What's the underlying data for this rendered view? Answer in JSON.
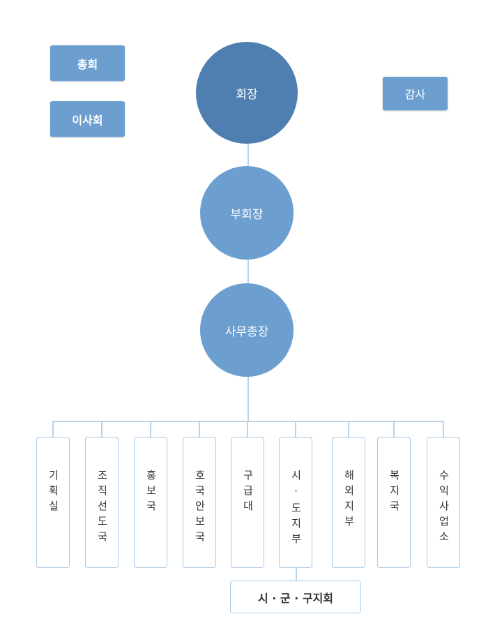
{
  "side_boxes": {
    "general_assembly": "총회",
    "board": "이사회",
    "audit": "감사"
  },
  "chain": {
    "president": "회장",
    "vice_president": "부회장",
    "secretary_general": "사무총장"
  },
  "departments": [
    "기획실",
    "조직선도국",
    "홍보국",
    "호국안보국",
    "구급대",
    "시·도지부",
    "해외지부",
    "복지국",
    "수익사업소"
  ],
  "branch": "시 · 군 · 구지회",
  "colors": {
    "president": "#4e7fb0",
    "circle": "#6c9fd0",
    "box": "#6c9fd0",
    "connector": "#b9d2ea",
    "dept_border": "#a7c8e8"
  }
}
